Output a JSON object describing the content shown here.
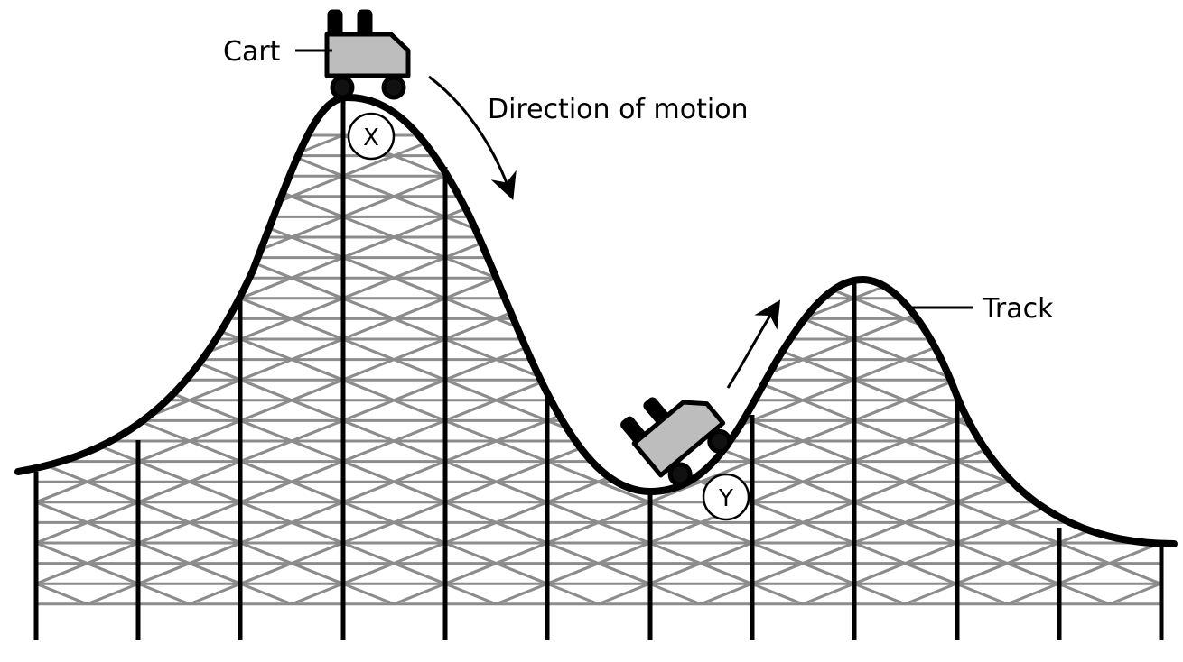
{
  "labels": {
    "cart": "Cart",
    "direction": "Direction of motion",
    "track": "Track",
    "point_x": "X",
    "point_y": "Y"
  },
  "colors": {
    "track": "#000000",
    "lattice": "#8c8c8c",
    "cart_body": "#bdbdbd"
  }
}
